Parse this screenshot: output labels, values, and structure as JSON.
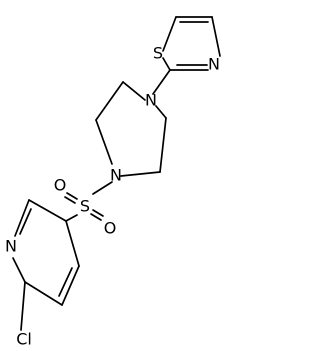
{
  "molecule": {
    "atoms": {
      "thiazole_s": "S",
      "thiazole_n": "N",
      "piperazine_n_top": "N",
      "piperazine_n_bottom": "N",
      "sulfonyl_s": "S",
      "sulfonyl_o_left": "O",
      "sulfonyl_o_right": "O",
      "pyridine_n": "N",
      "chlorine": "Cl"
    }
  }
}
